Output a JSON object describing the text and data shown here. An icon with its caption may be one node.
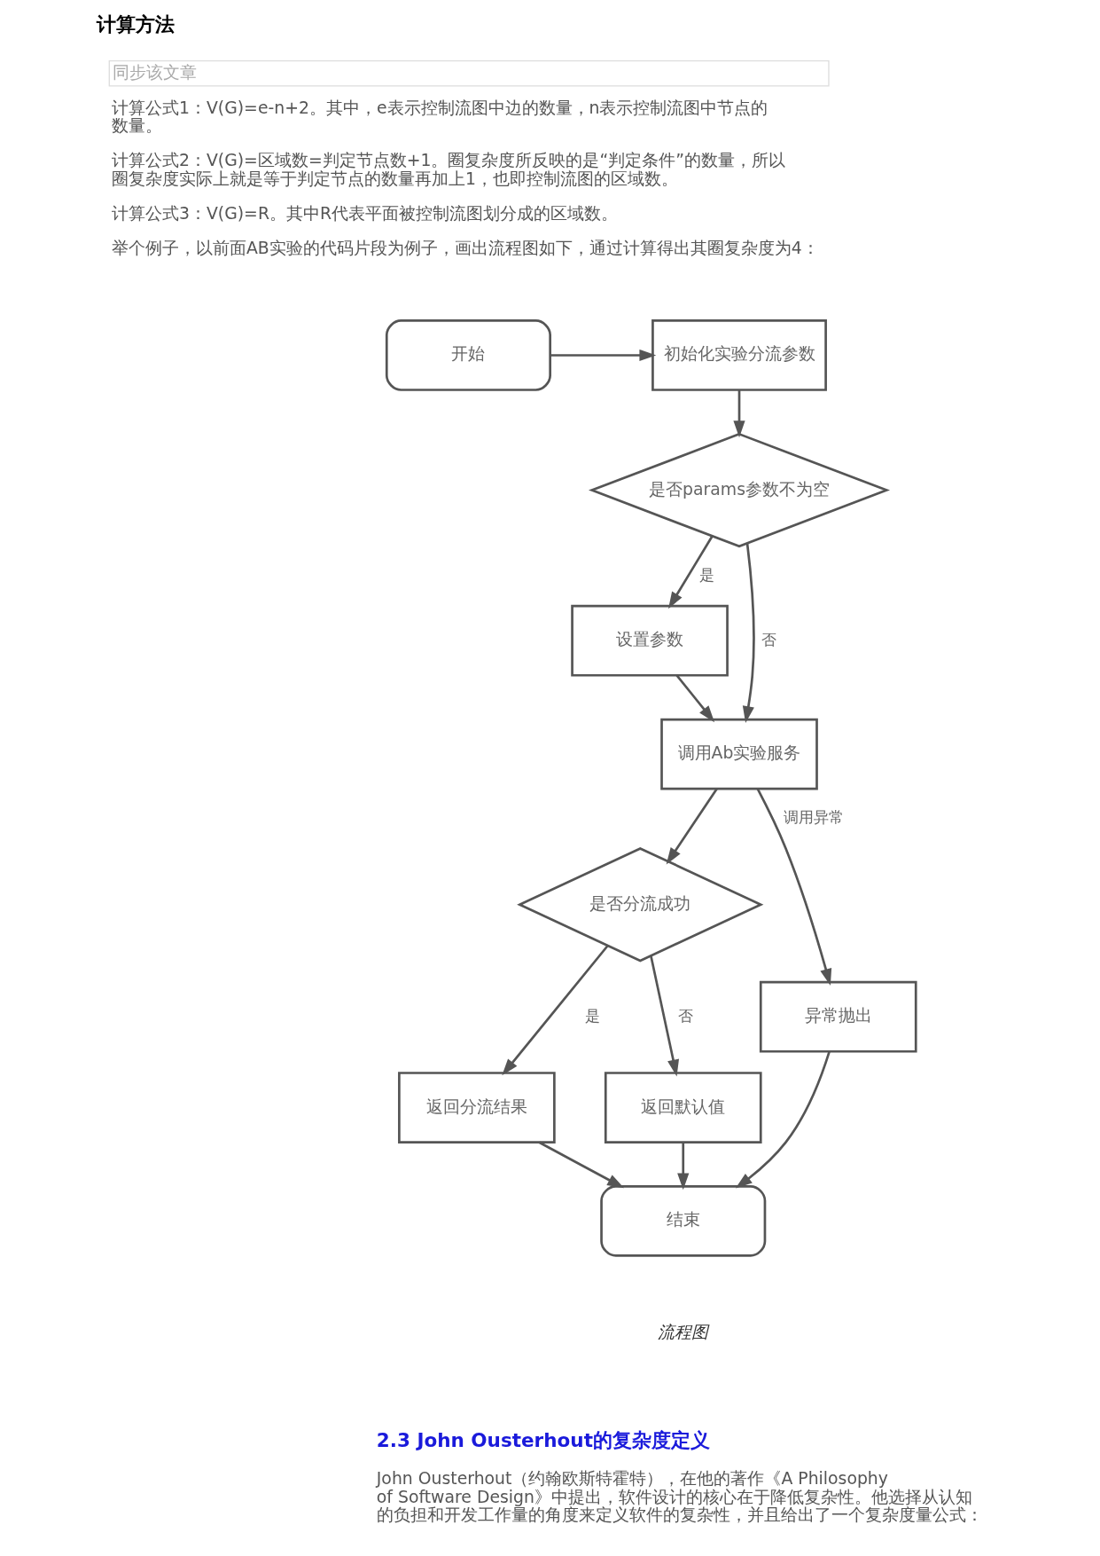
{
  "diagram": {
    "title": "计算方法",
    "caption": "流程图",
    "nodes": [
      {
        "text": [
          "开始"
        ]
      },
      {
        "text": [
          "初始化实验分流参数"
        ]
      },
      {
        "text": [
          "是否params参数不为空"
        ]
      },
      {
        "text": [
          "设置参数"
        ]
      },
      {
        "text": [
          "调用Ab实验服务"
        ]
      },
      {
        "text": [
          "是否分流成功"
        ]
      },
      {
        "text": [
          "异常抛出"
        ]
      },
      {
        "text": [
          "返回分流结果"
        ]
      },
      {
        "text": [
          "返回默认值"
        ]
      },
      {
        "text": [
          "结束"
        ]
      }
    ],
    "edges": [
      {
        "from": 0,
        "to": 1,
        "arrow": "to"
      },
      {
        "from": 1,
        "to": 2,
        "arrow": "to"
      },
      {
        "from": 2,
        "to": 3,
        "arrow": "to",
        "label": "是"
      },
      {
        "from": 2,
        "to": 4,
        "arrow": "to",
        "label": "否"
      },
      {
        "from": 3,
        "to": 4,
        "arrow": "to"
      },
      {
        "from": 4,
        "to": 6,
        "arrow": "to",
        "label": "调用异常"
      },
      {
        "from": 4,
        "to": 5,
        "arrow": "to"
      },
      {
        "from": 5,
        "to": 7,
        "arrow": "to",
        "label": "是"
      },
      {
        "from": 5,
        "to": 8,
        "arrow": "to",
        "label": "否"
      },
      {
        "from": 6,
        "to": 9,
        "arrow": "to"
      },
      {
        "from": 7,
        "to": 9,
        "arrow": "to"
      },
      {
        "from": 8,
        "to": 9,
        "arrow": "to"
      }
    ],
    "labels": [
      "同步该文章",
      "计算公式1：V(G)=e-n+2。其中，e表示控制流图中边的数量，n表示控制流图中节点的数量。",
      "计算公式2：V(G)=区域数=判定节点数+1。圈复杂度所反映的是“判定条件”的数量，所以圈复杂度实际上就是等于判定节点的数量再加上1，也即控制流图的区域数。",
      "计算公式3：V(G)=R。其中R代表平面被控制流图划分成的区域数。",
      "举个例子，以前面AB实验的代码片段为例子，画出流程图如下，通过计算得出其圈复杂度为4：",
      "2.3 John Ousterhout的复杂度定义",
      "John Ousterhout（约翰欧斯特霍特），在他的著作《A Philosophy of Software Design》中提出，软件设计的核心在于降低复杂性。他选择从认知的负担和开发工作量的角度来定义软件的复杂性，并且给出了一个复杂度量公式："
    ]
  }
}
